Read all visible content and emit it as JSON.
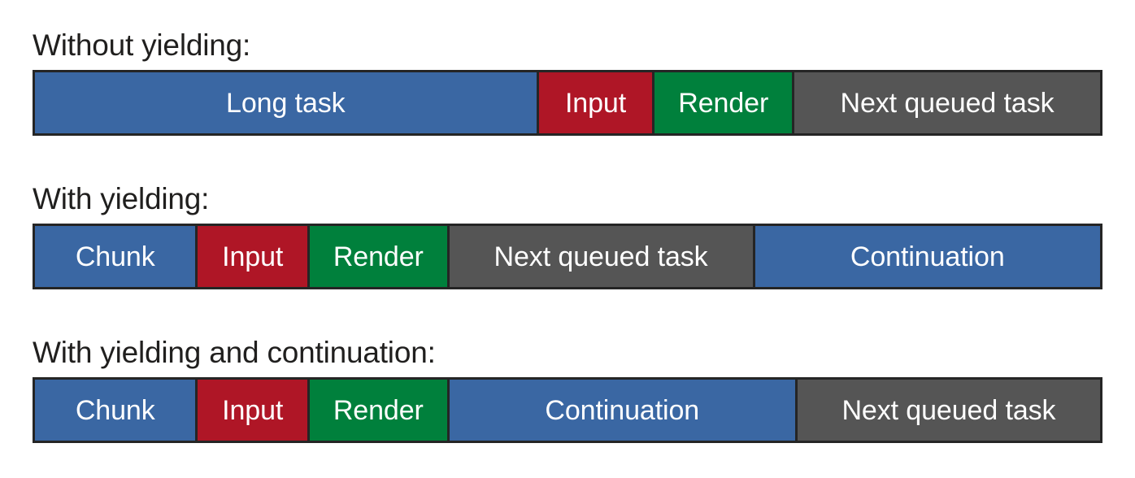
{
  "diagram": {
    "title": "Task yielding timeline comparison",
    "palette": {
      "blue": "#3a67a3",
      "red": "#af1626",
      "green": "#00803c",
      "gray": "#555555",
      "border": "#252525",
      "background": "#ffffff",
      "label_text": "#201f1e",
      "segment_text": "#ffffff"
    },
    "sections": [
      {
        "label": "Without yielding:",
        "segments": [
          {
            "label": "Long task",
            "color": "blue",
            "width_pct": 47.3
          },
          {
            "label": "Input",
            "color": "red",
            "width_pct": 10.9
          },
          {
            "label": "Render",
            "color": "green",
            "width_pct": 13.1
          },
          {
            "label": "Next queued task",
            "color": "gray",
            "width_pct": 28.7
          }
        ]
      },
      {
        "label": "With yielding:",
        "segments": [
          {
            "label": "Chunk",
            "color": "blue",
            "width_pct": 15.3
          },
          {
            "label": "Input",
            "color": "red",
            "width_pct": 10.5
          },
          {
            "label": "Render",
            "color": "green",
            "width_pct": 13.1
          },
          {
            "label": "Next queued task",
            "color": "gray",
            "width_pct": 28.7
          },
          {
            "label": "Continuation",
            "color": "blue",
            "width_pct": 32.4
          }
        ]
      },
      {
        "label": "With yielding and continuation:",
        "segments": [
          {
            "label": "Chunk",
            "color": "blue",
            "width_pct": 15.3
          },
          {
            "label": "Input",
            "color": "red",
            "width_pct": 10.5
          },
          {
            "label": "Render",
            "color": "green",
            "width_pct": 13.1
          },
          {
            "label": "Continuation",
            "color": "blue",
            "width_pct": 32.7
          },
          {
            "label": "Next queued task",
            "color": "gray",
            "width_pct": 28.4
          }
        ]
      }
    ]
  }
}
